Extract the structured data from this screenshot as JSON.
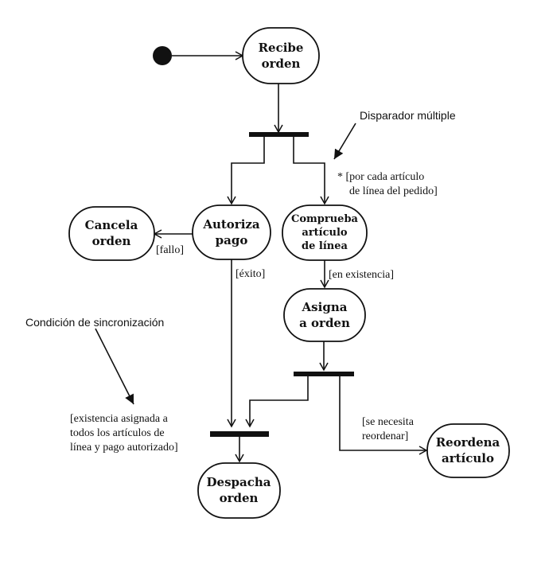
{
  "nodes": {
    "recibe": [
      "Recibe",
      "orden"
    ],
    "cancela": [
      "Cancela",
      "orden"
    ],
    "autoriza": [
      "Autoriza",
      "pago"
    ],
    "comprueba": [
      "Comprueba",
      "artículo",
      "de línea"
    ],
    "asigna": [
      "Asigna",
      "a orden"
    ],
    "reordena": [
      "Reordena",
      "artículo"
    ],
    "despacha": [
      "Despacha",
      "orden"
    ]
  },
  "guards": {
    "fallo": "[fallo]",
    "exito": "[éxito]",
    "en_existencia": "[en existencia]",
    "por_cada": [
      "* [por cada artículo",
      "de línea del pedido]"
    ],
    "se_necesita": [
      "[se necesita",
      "reordenar]"
    ],
    "existencia_asignada": [
      "[existencia asignada a",
      "todos los artículos de",
      "línea y pago autorizado]"
    ]
  },
  "notes": {
    "disparador": "Disparador múltiple",
    "condicion": "Condición de sincronización"
  }
}
